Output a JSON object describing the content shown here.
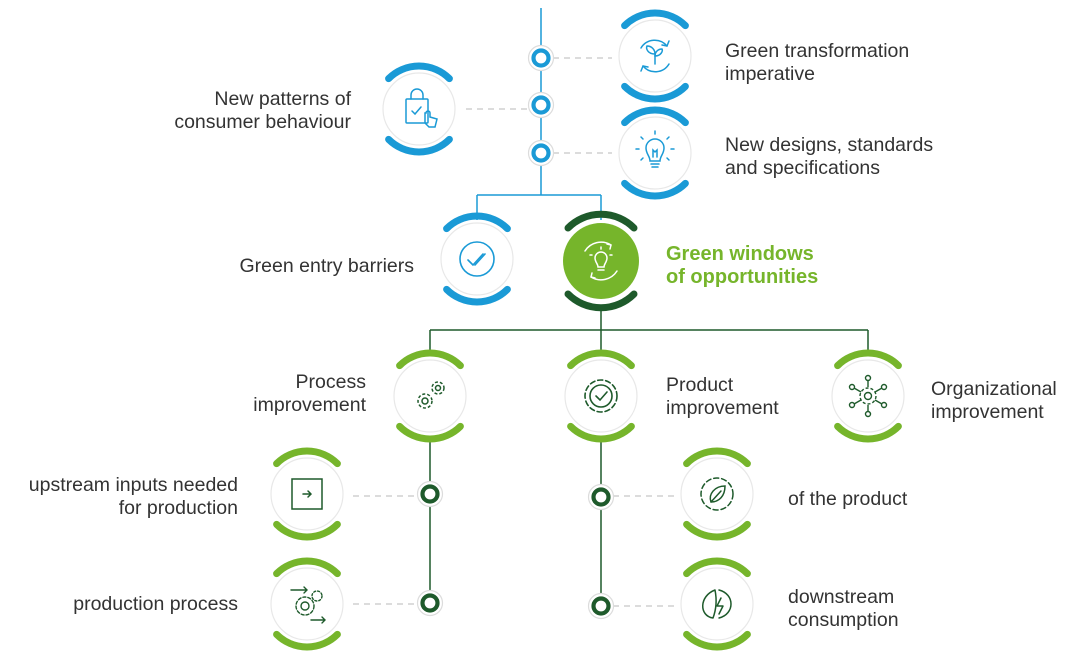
{
  "colors": {
    "blue": "#1a9ad6",
    "green": "#76b52b",
    "dark_green": "#1e5a2b",
    "line": "#cfcfcf"
  },
  "nodes": {
    "green_transformation": {
      "lines": [
        "Green transformation",
        "imperative"
      ],
      "icon": "plant-cycle-icon"
    },
    "consumer_behaviour": {
      "lines": [
        "New patterns of",
        "consumer behaviour"
      ],
      "icon": "shopping-bag-touch-icon"
    },
    "new_designs": {
      "lines": [
        "New designs, standards",
        "and specifications"
      ],
      "icon": "lightbulb-icon"
    },
    "entry_barriers": {
      "lines": [
        "Green entry barriers"
      ],
      "icon": "double-check-icon"
    },
    "windows": {
      "lines": [
        "Green windows",
        "of opportunities"
      ],
      "icon": "lightbulb-cycle-icon"
    },
    "process_improvement": {
      "lines": [
        "Process",
        "improvement"
      ],
      "icon": "gears-icon"
    },
    "product_improvement": {
      "lines": [
        "Product",
        "improvement"
      ],
      "icon": "gear-check-icon"
    },
    "organizational_improvement": {
      "lines": [
        "Organizational",
        "improvement"
      ],
      "icon": "gear-network-icon"
    },
    "upstream_inputs": {
      "lines": [
        "upstream inputs needed",
        "for production"
      ],
      "icon": "box-arrow-icon"
    },
    "production_process": {
      "lines": [
        "production process"
      ],
      "icon": "gears-arrows-icon"
    },
    "of_the_product": {
      "lines": [
        "of the product"
      ],
      "icon": "gear-leaf-icon"
    },
    "downstream_consumption": {
      "lines": [
        "downstream",
        "consumption"
      ],
      "icon": "leaf-bolt-icon"
    }
  }
}
